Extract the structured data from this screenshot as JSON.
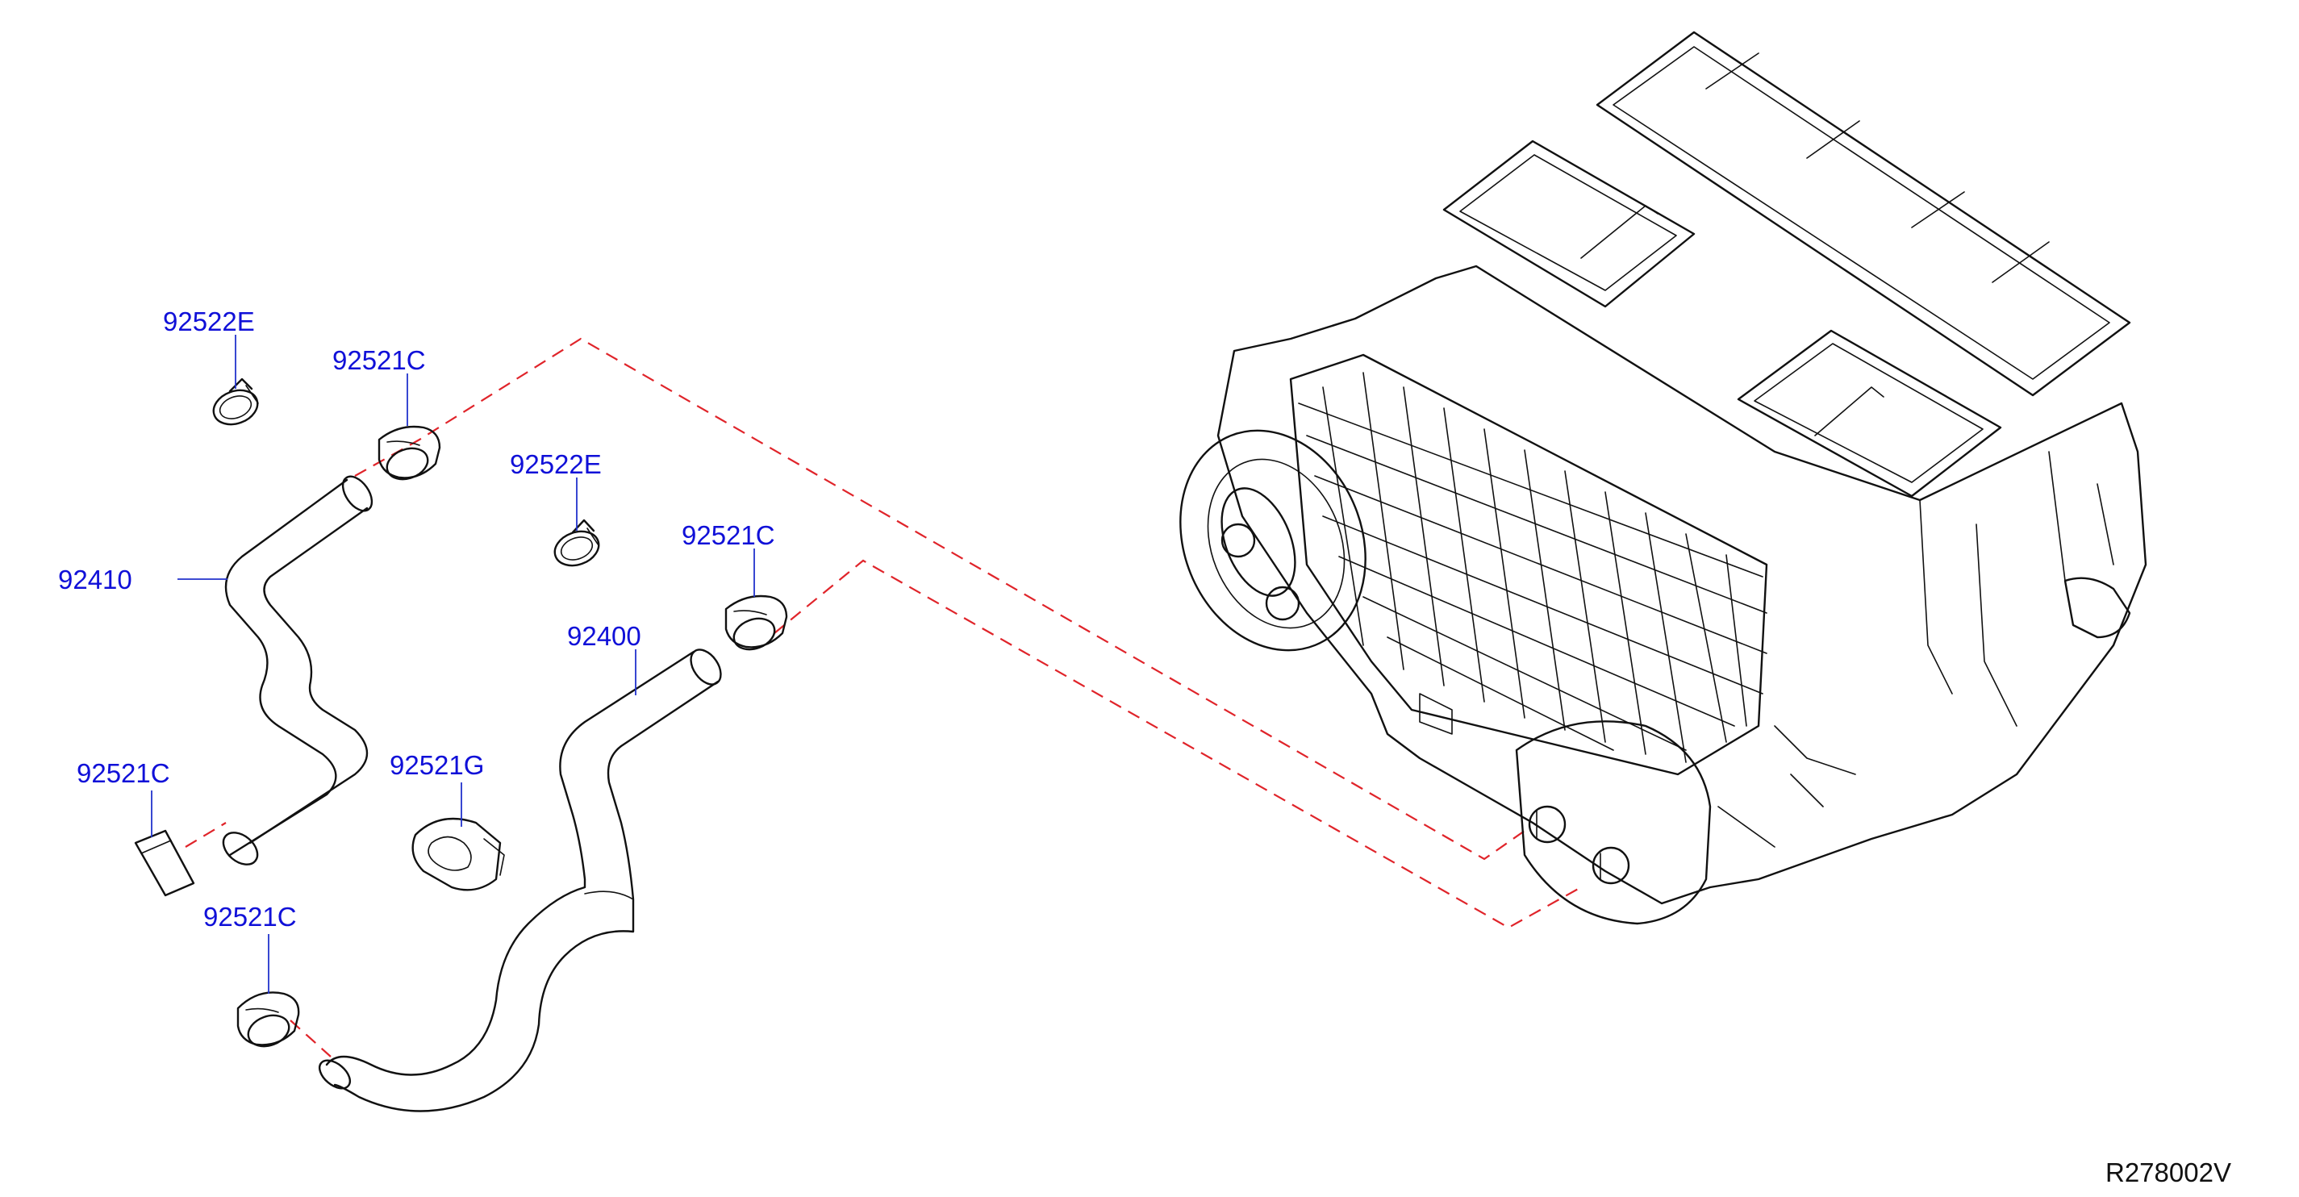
{
  "callouts": {
    "c1": "92522E",
    "c2": "92521C",
    "c3": "92522E",
    "c4": "92521C",
    "c5": "92410",
    "c6": "92400",
    "c7": "92521C",
    "c8": "92521G",
    "c9": "92521C"
  },
  "reference_code": "R278002V",
  "colors": {
    "callout_text": "#1010d8",
    "leader": "#2233cc",
    "connection_dash": "#e0242a",
    "line_art": "#111111"
  }
}
